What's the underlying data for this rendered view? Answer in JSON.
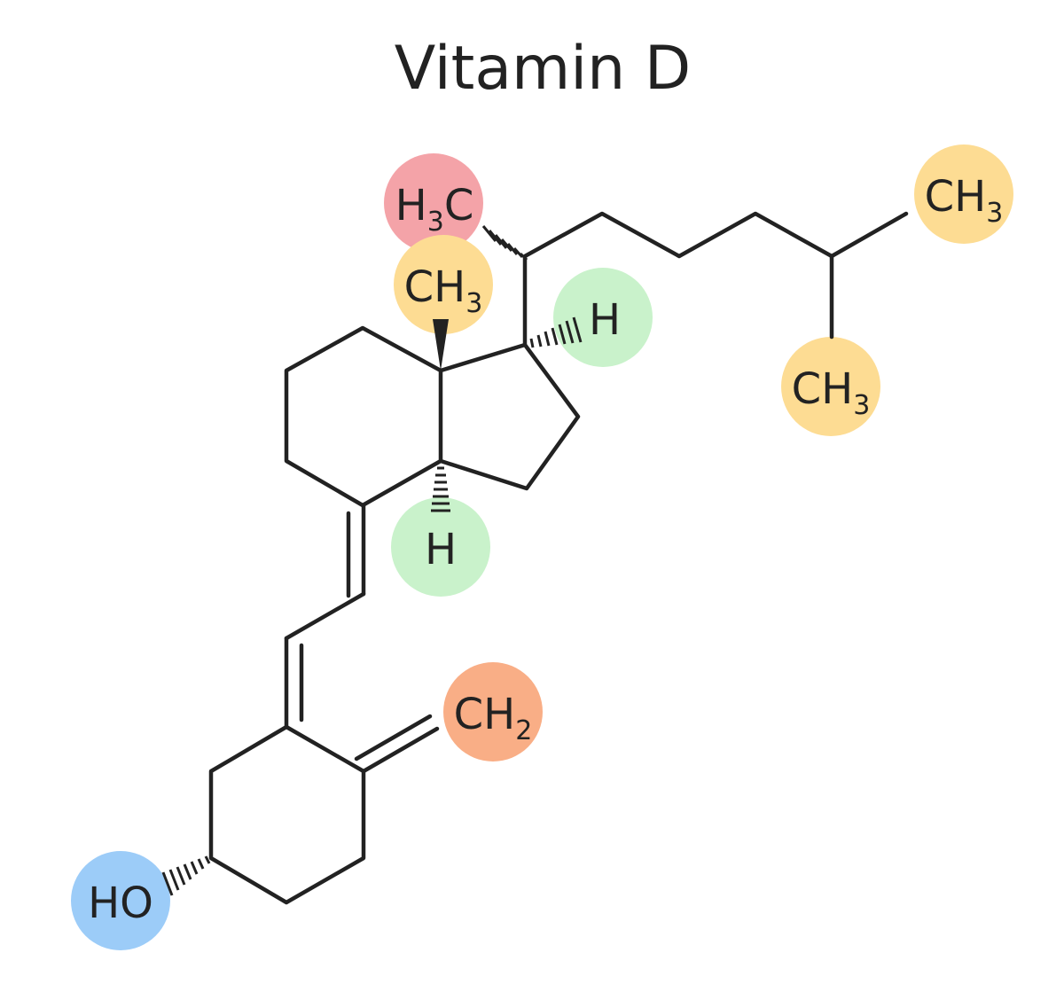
{
  "title": "Vitamin D",
  "groups": {
    "h3c": {
      "main": "H",
      "sub": "3",
      "tail": "C",
      "color": "#f4a3a8"
    },
    "ch3_c13": {
      "main": "CH",
      "sub": "3",
      "color": "#fddc93"
    },
    "h_c17": {
      "main": "H",
      "color": "#c9f2cb"
    },
    "h_c14": {
      "main": "H",
      "color": "#c9f2cb"
    },
    "ch3_c25a": {
      "main": "CH",
      "sub": "3",
      "color": "#fddc93"
    },
    "ch3_c25b": {
      "main": "CH",
      "sub": "3",
      "color": "#fddc93"
    },
    "ch2": {
      "main": "CH",
      "sub": "2",
      "color": "#f9ae86"
    },
    "ho": {
      "main": "HO",
      "color": "#9cccf8"
    }
  }
}
